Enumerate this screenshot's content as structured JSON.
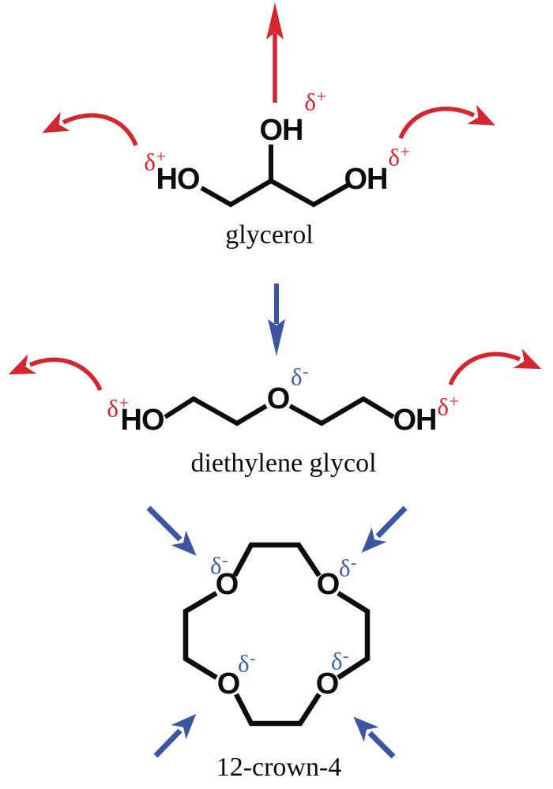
{
  "figure_kind": "polarity-diagram-of-glycols-and-crown-ether",
  "colors": {
    "background": "#ffffff",
    "bond_black": "#0d0d0d",
    "arrow_red": "#d4262d",
    "arrow_blue": "#3b55a3",
    "delta_blue_text": "#4060ae",
    "delta_red_text": "#d4262d"
  },
  "symbols": {
    "delta": "δ",
    "plus": "+",
    "minus": "-"
  },
  "glycerol": {
    "caption": "glycerol",
    "oh_top": "OH",
    "ho_left": "HO",
    "oh_right": "OH"
  },
  "diethylene_glycol": {
    "caption": "diethylene glycol",
    "ho_left": "HO",
    "o_center": "O",
    "oh_right": "OH"
  },
  "crown": {
    "caption": "12-crown-4",
    "o": "O"
  }
}
